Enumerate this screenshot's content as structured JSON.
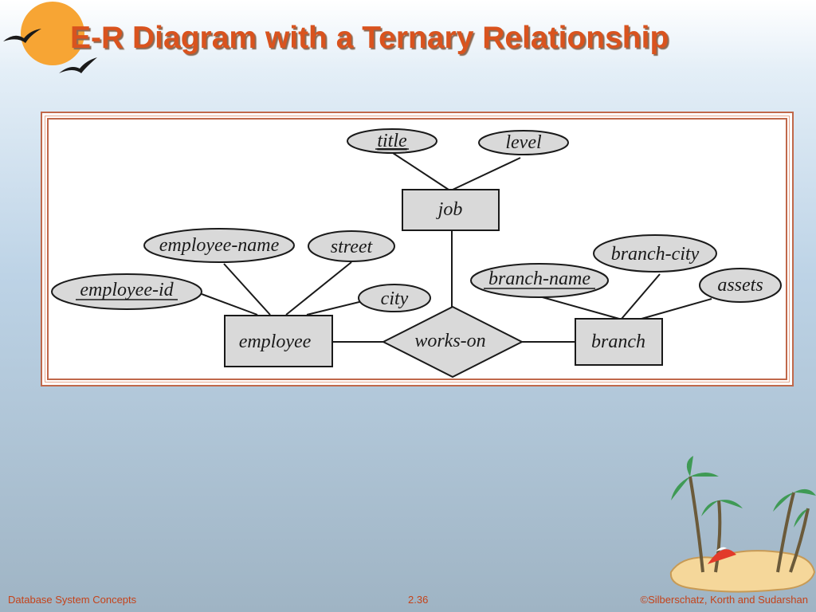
{
  "slide": {
    "title": "E-R Diagram with a Ternary Relationship",
    "footer_left": "Database System Concepts",
    "footer_center": "2.36",
    "footer_right": "©Silberschatz, Korth and Sudarshan"
  },
  "diagram": {
    "entities": {
      "job": "job",
      "employee": "employee",
      "branch": "branch"
    },
    "relationship": "works-on",
    "attributes": {
      "title": "title",
      "level": "level",
      "employee_name": "employee-name",
      "street": "street",
      "employee_id": "employee-id",
      "city": "city",
      "branch_city": "branch-city",
      "branch_name": "branch-name",
      "assets": "assets"
    }
  },
  "colors": {
    "title": "#d9531e",
    "footer": "#c4431a",
    "frame": "#c0684a",
    "shape_fill": "#d9d9d9",
    "sun": "#f7a534"
  },
  "icons": [
    "sun-bird-logo-icon",
    "palm-island-icon"
  ]
}
